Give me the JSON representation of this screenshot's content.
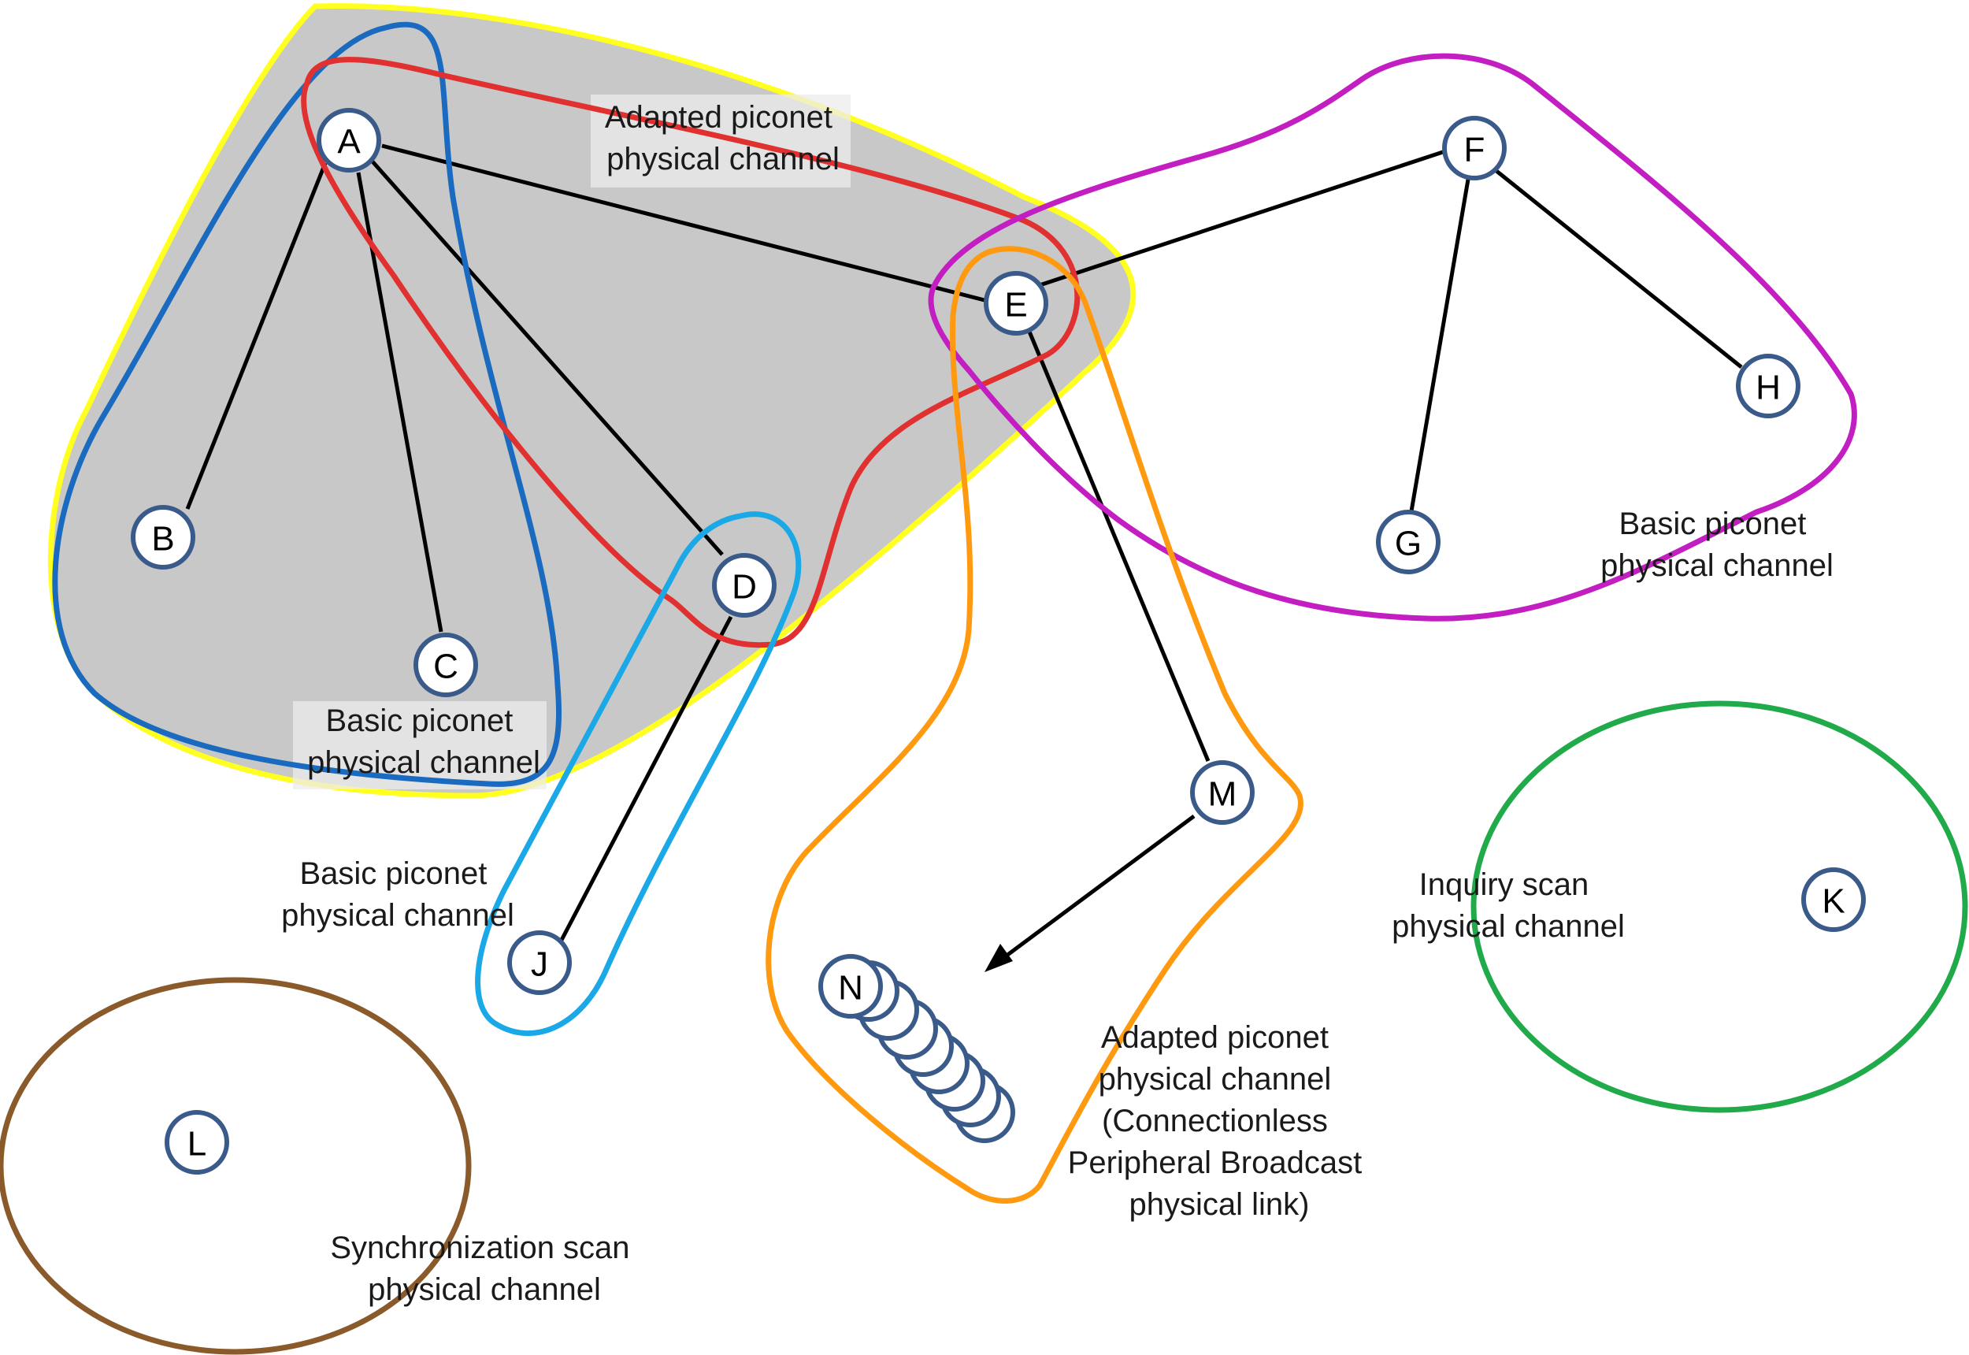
{
  "nodes": {
    "A": "A",
    "B": "B",
    "C": "C",
    "D": "D",
    "E": "E",
    "F": "F",
    "G": "G",
    "H": "H",
    "J": "J",
    "K": "K",
    "L": "L",
    "M": "M",
    "N": "N"
  },
  "regions": {
    "adapted_top": {
      "lines": [
        "Adapted piconet",
        "physical channel"
      ],
      "color": "#e03030"
    },
    "basic_ac": {
      "lines": [
        "Basic piconet",
        "physical channel"
      ],
      "color": "#1a6bbf"
    },
    "basic_dj": {
      "lines": [
        "Basic piconet",
        "physical channel"
      ],
      "color": "#1aa8e6"
    },
    "basic_fgh": {
      "lines": [
        "Basic piconet",
        "physical channel"
      ],
      "color": "#c21ec2"
    },
    "adapted_cpb": {
      "lines": [
        "Adapted piconet",
        "physical channel",
        "(Connectionless",
        "Peripheral Broadcast",
        "physical link)"
      ],
      "color": "#ff9a10"
    },
    "inquiry": {
      "lines": [
        "Inquiry scan",
        "physical channel"
      ],
      "color": "#20aa4a"
    },
    "sync": {
      "lines": [
        "Synchronization scan",
        "physical channel"
      ],
      "color": "#8a5a2a"
    },
    "highlight": {
      "color": "#ffff20"
    }
  }
}
